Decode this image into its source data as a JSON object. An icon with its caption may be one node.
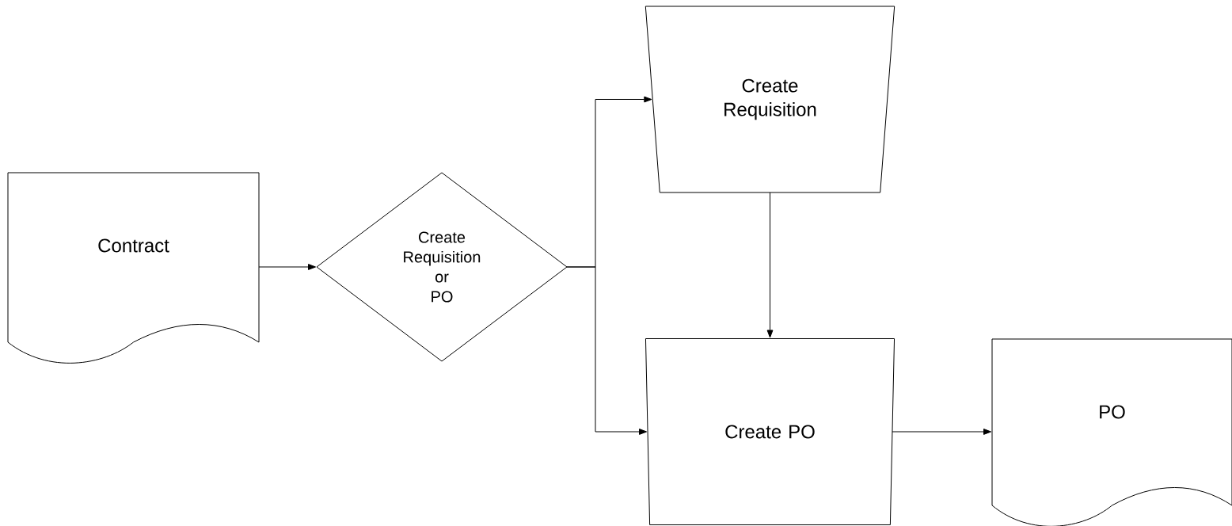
{
  "diagram": {
    "nodes": [
      {
        "text": [
          "Contract"
        ]
      },
      {
        "text": [
          "Create Requisition or PO"
        ]
      },
      {
        "text": [
          "Create Requisition"
        ]
      },
      {
        "text": [
          "Create PO"
        ]
      },
      {
        "text": [
          "PO"
        ]
      }
    ],
    "edges": [
      {
        "from": 0,
        "to": 1,
        "arrow": "to"
      },
      {
        "from": 1,
        "to": 2,
        "arrow": "to"
      },
      {
        "from": 1,
        "to": 3,
        "arrow": "to"
      },
      {
        "from": 2,
        "to": 3,
        "arrow": "to"
      },
      {
        "from": 3,
        "to": 4,
        "arrow": "to"
      }
    ]
  }
}
